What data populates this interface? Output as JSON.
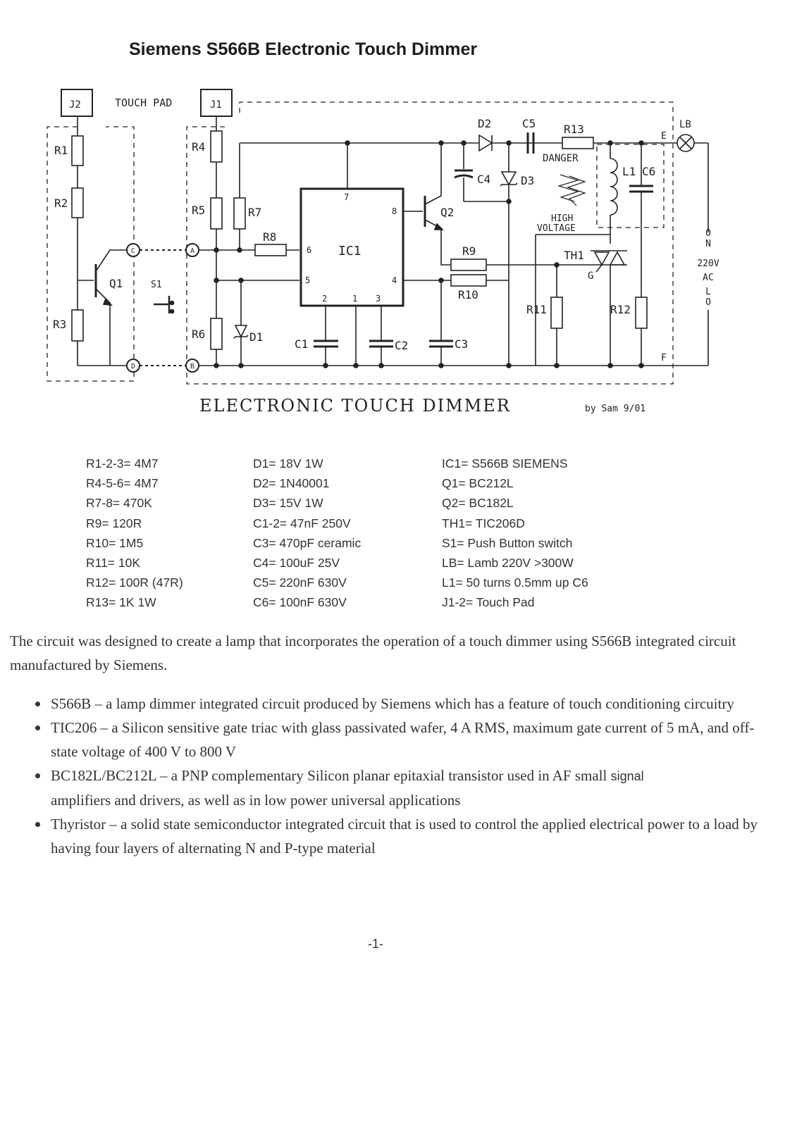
{
  "title": "Siemens S566B Electronic Touch Dimmer",
  "schematic": {
    "caption": "ELECTRONIC TOUCH DIMMER",
    "author": "by Sam 9/01",
    "labels": {
      "j2": "J2",
      "j1": "J1",
      "touch_pad": "TOUCH PAD",
      "r1": "R1",
      "r2": "R2",
      "r3": "R3",
      "r4": "R4",
      "r5": "R5",
      "r6": "R6",
      "r7": "R7",
      "r8": "R8",
      "r9": "R9",
      "r10": "R10",
      "r11": "R11",
      "r12": "R12",
      "r13": "R13",
      "q1": "Q1",
      "q2": "Q2",
      "s1": "S1",
      "ic1": "IC1",
      "d1": "D1",
      "d2": "D2",
      "d3": "D3",
      "c1": "C1",
      "c2": "C2",
      "c3": "C3",
      "c4": "C4",
      "c5": "C5",
      "c6": "C6",
      "l1": "L1",
      "th1": "TH1",
      "g": "G",
      "lb": "LB",
      "e": "E",
      "f": "F",
      "a": "A",
      "b": "B",
      "c": "C",
      "d": "D",
      "pin7": "7",
      "pin8": "8",
      "pin6": "6",
      "pin5": "5",
      "pin4": "4",
      "pin2": "2",
      "pin1": "1",
      "pin3": "3",
      "danger": "DANGER",
      "high": "HIGH",
      "voltage": "VOLTAGE",
      "mains_on": [
        "O",
        "N"
      ],
      "mains_v": "220V",
      "mains_ac": "AC",
      "mains_lo": [
        "L",
        "O"
      ]
    }
  },
  "parts": {
    "col1": [
      "R1-2-3= 4M7",
      "R4-5-6= 4M7",
      "R7-8= 470K",
      "R9= 120R",
      "R10= 1M5",
      "R11= 10K",
      "R12= 100R  (47R)",
      "R13= 1K 1W"
    ],
    "col2": [
      "D1= 18V 1W",
      "D2= 1N40001",
      "D3= 15V 1W",
      "C1-2= 47nF 250V",
      "C3= 470pF  ceramic",
      "C4= 100uF 25V",
      "C5= 220nF 630V",
      "C6= 100nF 630V"
    ],
    "col3": [
      "IC1= S566B SIEMENS",
      "Q1= BC212L",
      "Q2= BC182L",
      "TH1= TIC206D",
      "S1= Push Button switch",
      "LB= Lamb 220V >300W",
      "L1= 50 turns 0.5mm up C6",
      "J1-2= Touch Pad"
    ]
  },
  "intro": "The circuit was designed to create a lamp that incorporates the operation of a touch dimmer using S566B integrated circuit manufactured by Siemens.",
  "bullets": [
    "S566B – a lamp dimmer integrated circuit produced by Siemens which has a feature of touch conditioning circuitry",
    "TIC206 – a Silicon sensitive gate triac with glass passivated wafer, 4 A RMS, maximum gate current of 5 mA, and off-state voltage of 400 V to 800 V",
    "BC182L/BC212L – a PNP complementary Silicon planar epitaxial transistor used in AF small",
    "Thyristor – a solid state semiconductor integrated circuit that is used to control the applied electrical power to a load by having four layers of alternating N and P-type material"
  ],
  "bullet3_signal": "signal",
  "bullet3_rest": "amplifiers and drivers, as well as in low power universal applications",
  "page_number": "-1-"
}
